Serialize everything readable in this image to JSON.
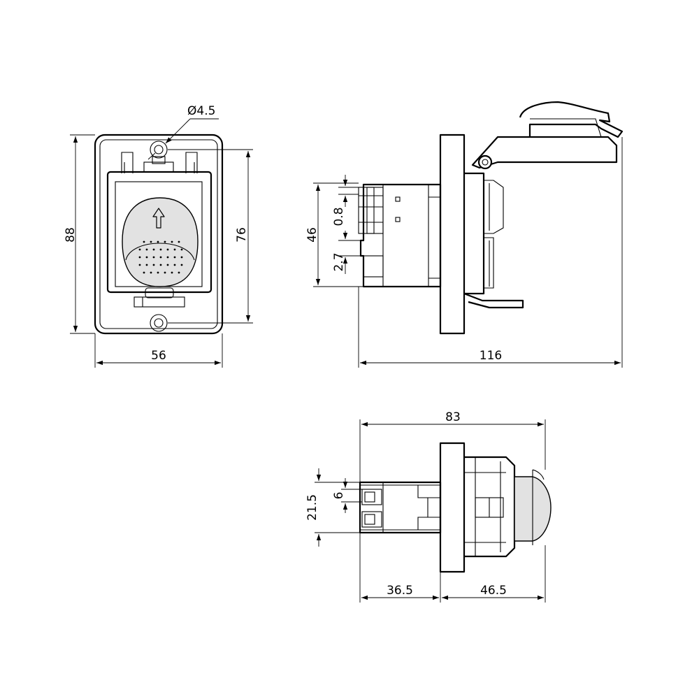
{
  "front_view": {
    "hole_diameter": "Ø4.5",
    "overall_height": "88",
    "hole_spacing": "76",
    "overall_width": "56"
  },
  "side_view": {
    "body_height": "46",
    "tab_thickness": "0.8",
    "tab_offset": "2.7",
    "overall_depth": "116"
  },
  "top_view": {
    "overall_length": "83",
    "terminal_pitch": "6",
    "body_width": "21.5",
    "rear_depth": "36.5",
    "front_depth": "46.5"
  }
}
